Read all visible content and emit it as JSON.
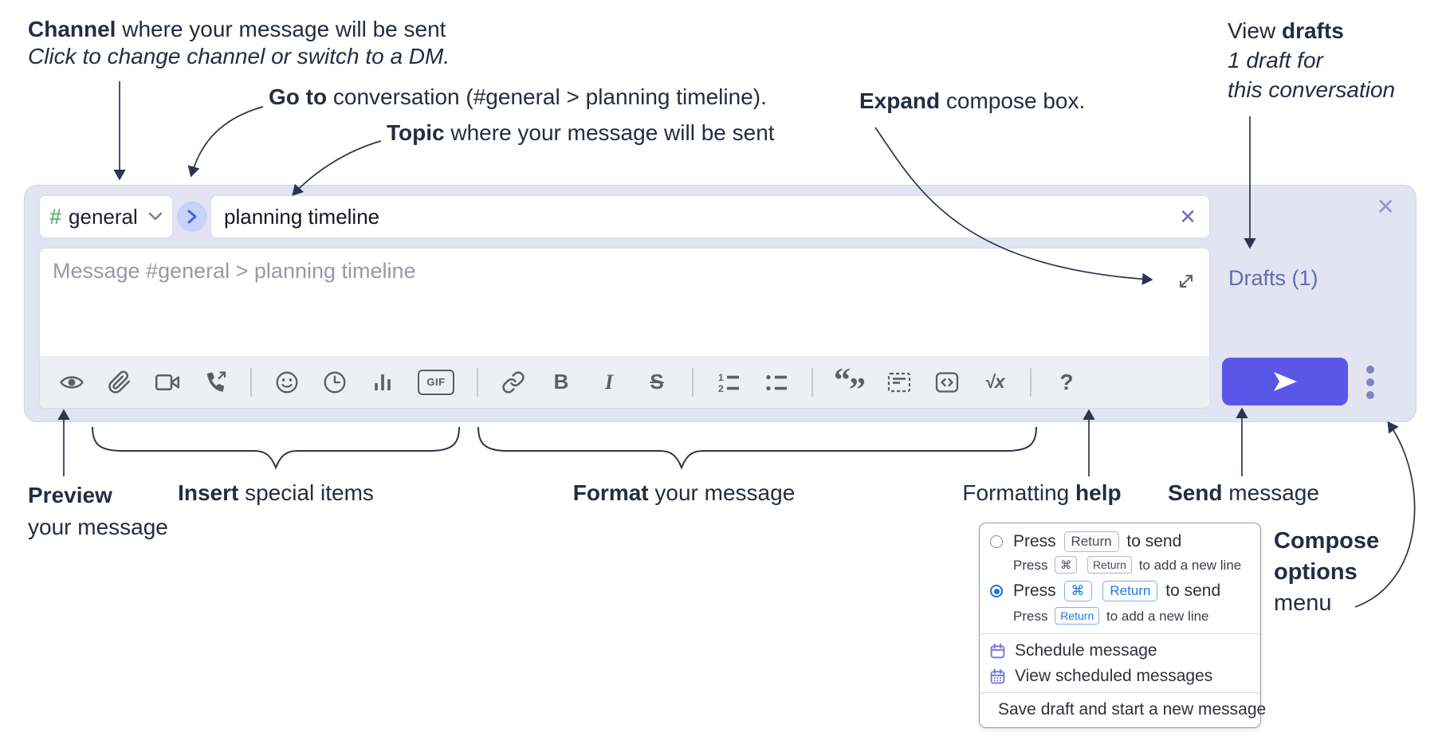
{
  "colors": {
    "compose_bg": "#e2e4f2",
    "send_button": "#5a57e8",
    "drafts_link": "#646ab2",
    "hash_green": "#68b97c",
    "go_circle_bg": "#c9d2f8",
    "go_chevron_blue": "#3b66ee",
    "key_blue": "#1f79e8",
    "radio_selected_blue": "#1a6fe8",
    "menu_icon_purple": "#7a79dd",
    "toolbar_icon_gray": "#5a5e68",
    "annotation_navy": "#262b45"
  },
  "annotations": {
    "channel_line1_bold": "Channel",
    "channel_line1_rest": " where your message will be sent",
    "channel_line2": "Click to change channel or switch to a DM.",
    "goto_bold": "Go to",
    "goto_rest": " conversation (#general > planning timeline).",
    "topic_bold": "Topic",
    "topic_rest": " where your message will be sent",
    "expand_bold": "Expand",
    "expand_rest": " compose box.",
    "drafts_line1_pre": "View ",
    "drafts_line1_bold": "drafts",
    "drafts_line2": "1 draft for",
    "drafts_line3": "this conversation",
    "preview_bold": "Preview",
    "preview_line2": "your message",
    "insert_bold": "Insert",
    "insert_rest": " special items",
    "format_bold": "Format",
    "format_rest": " your message",
    "help_pre": "Formatting ",
    "help_bold": "help",
    "send_bold": "Send",
    "send_rest": " message",
    "options_line1": "Compose",
    "options_line2": "options",
    "options_line3": "menu"
  },
  "compose": {
    "hash": "#",
    "channel": "general",
    "topic_value": "planning timeline",
    "message_placeholder": "Message #general > planning timeline",
    "drafts_label": "Drafts (1)",
    "close_glyph": "✕",
    "clear_glyph": "✕"
  },
  "toolbar": {
    "gif": "GIF",
    "bold": "B",
    "italic": "I",
    "strike": "S",
    "math": "√x",
    "help": "?",
    "quote_open": "“",
    "quote_close": "”"
  },
  "popup": {
    "press": "Press",
    "key_return": "Return",
    "key_cmd": "⌘",
    "to_send": "to send",
    "to_new_line": "to add a new line",
    "schedule": "Schedule message",
    "view_scheduled": "View scheduled messages",
    "save_draft": "Save draft and start a new message"
  }
}
